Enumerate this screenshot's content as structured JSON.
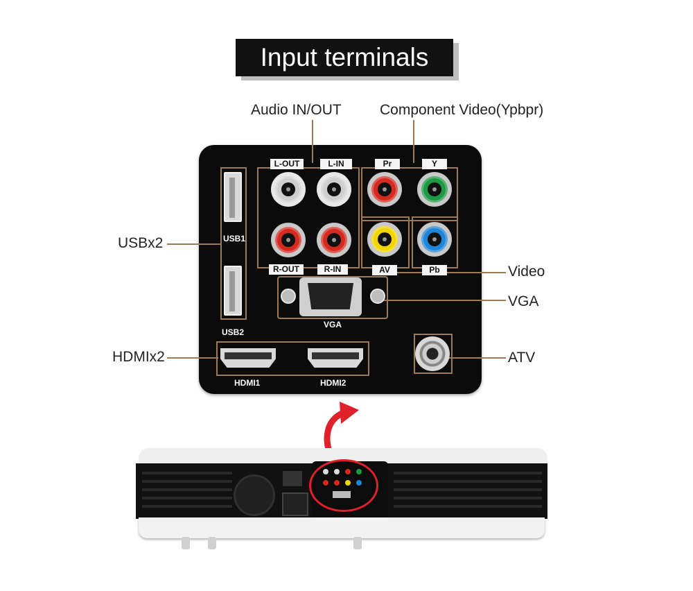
{
  "title": "Input terminals",
  "callouts": {
    "audio": "Audio IN/OUT",
    "component": "Component Video(Ypbpr)",
    "usb": "USBx2",
    "hdmi": "HDMIx2",
    "video": "Video",
    "vga": "VGA",
    "atv": "ATV"
  },
  "panel": {
    "tags": {
      "l_out": "L-OUT",
      "l_in": "L-IN",
      "pr": "Pr",
      "y": "Y",
      "r_out": "R-OUT",
      "r_in": "R-IN",
      "av": "AV",
      "pb": "Pb"
    },
    "labels": {
      "usb1": "USB1",
      "usb2": "USB2",
      "vga": "VGA",
      "hdmi1": "HDMI1",
      "hdmi2": "HDMI2"
    }
  },
  "colors": {
    "panel_bg": "#0b0b0b",
    "outline": "#9c7a55",
    "highlight_circle": "#e0202a",
    "rca_white": "#e8e8e8",
    "rca_red": "#d42a20",
    "rca_green": "#1e9a45",
    "rca_yellow": "#f2d500",
    "rca_blue": "#1f86d8"
  }
}
